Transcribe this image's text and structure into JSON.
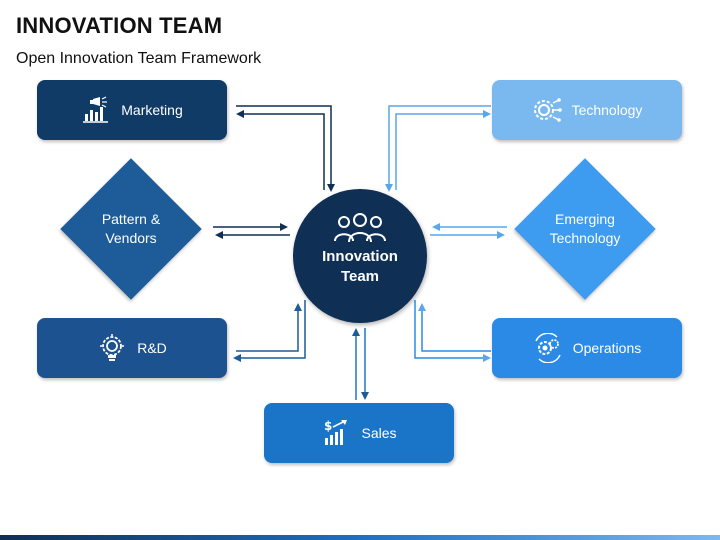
{
  "header": {
    "title": "INNOVATION TEAM",
    "subtitle": "Open Innovation Team Framework"
  },
  "center": {
    "label": "Innovation\nTeam",
    "icon": "team-people-icon",
    "color": "#0f2f55"
  },
  "nodes": {
    "marketing": {
      "label": "Marketing",
      "icon": "megaphone-chart-icon",
      "color": "#0f3b66"
    },
    "pattern_vendors": {
      "label": "Pattern &\nVendors",
      "color": "#1d5c98"
    },
    "rnd": {
      "label": "R&D",
      "icon": "lightbulb-gear-icon",
      "color": "#1d5290"
    },
    "sales": {
      "label": "Sales",
      "icon": "dollar-growth-icon",
      "color": "#1a75c8"
    },
    "technology": {
      "label": "Technology",
      "icon": "brain-circuit-icon",
      "color": "#7ab8f0"
    },
    "emerging_technology": {
      "label": "Emerging\nTechnology",
      "color": "#3d9bf0"
    },
    "operations": {
      "label": "Operations",
      "icon": "gears-cycle-icon",
      "color": "#2b8ae6"
    }
  },
  "colors": {
    "arrow_dark": "#0f2f55",
    "arrow_mid": "#1d5c98",
    "arrow_light": "#5aa6ea"
  }
}
